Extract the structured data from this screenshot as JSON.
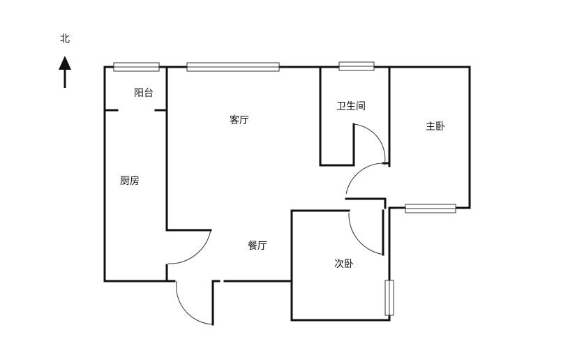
{
  "compass": {
    "label": "北",
    "icon": "north-arrow-icon"
  },
  "rooms": {
    "balcony": "阳台",
    "living_room": "客厅",
    "bathroom": "卫生间",
    "master_bedroom": "主卧",
    "kitchen": "厨房",
    "dining_room": "餐厅",
    "second_bedroom": "次卧"
  },
  "colors": {
    "wall": "#111111",
    "background": "#ffffff"
  }
}
